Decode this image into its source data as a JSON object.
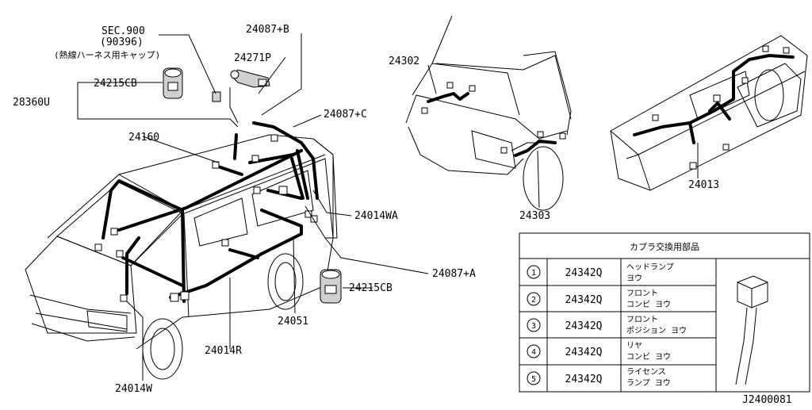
{
  "labels": {
    "sec900": "SEC.900",
    "sec900_code": "(90396)",
    "sec900_note": "(熱線ハーネス用キャップ)",
    "p24087B": "24087+B",
    "p24271P": "24271P",
    "p24215CB_top": "24215CB",
    "p28360U": "28360U",
    "p24087C": "24087+C",
    "p24160": "24160",
    "p24014WA": "24014WA",
    "p24087A": "24087+A",
    "p24215CB_bottom": "24215CB",
    "p24051": "24051",
    "p24014R": "24014R",
    "p24014W": "24014W",
    "p24302": "24302",
    "p24303": "24303",
    "p24013": "24013",
    "diagram_code": "J2400081"
  },
  "table": {
    "header": "カプラ交換用部品",
    "rows": [
      {
        "num": "1",
        "part": "24342Q",
        "desc1": "ヘッドランプ",
        "desc2": "ヨウ"
      },
      {
        "num": "2",
        "part": "24342Q",
        "desc1": "フロント",
        "desc2": "コンビ ヨウ"
      },
      {
        "num": "3",
        "part": "24342Q",
        "desc1": "フロント",
        "desc2": "ポジション ヨウ"
      },
      {
        "num": "4",
        "part": "24342Q",
        "desc1": "リヤ",
        "desc2": "コンビ ヨウ"
      },
      {
        "num": "5",
        "part": "24342Q",
        "desc1": "ライセンス",
        "desc2": "ランプ  ヨウ"
      }
    ]
  }
}
